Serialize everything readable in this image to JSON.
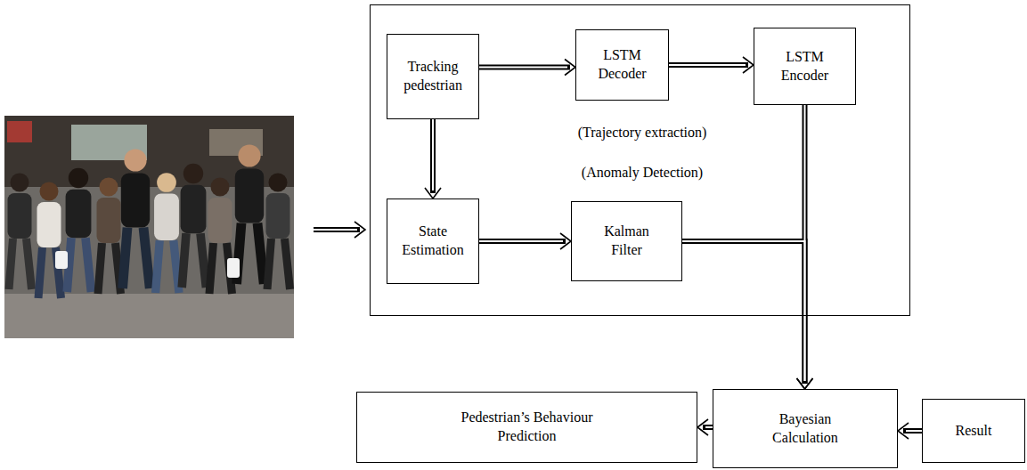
{
  "diagram": {
    "nodes": [
      {
        "text": [
          "(Trajectory extraction)",
          "(Anomaly Detection)"
        ]
      },
      {
        "text": [
          "Tracking pedestrian"
        ],
        "in": 0
      },
      {
        "text": [
          "LSTM Decoder"
        ],
        "in": 0
      },
      {
        "text": [
          "LSTM Encoder"
        ],
        "in": 0
      },
      {
        "text": [
          "State Estimation"
        ],
        "in": 0
      },
      {
        "text": [
          "Kalman Filter"
        ],
        "in": 0
      },
      {
        "text": [
          "Pedestrian’s Behaviour Prediction"
        ]
      },
      {
        "text": [
          "Bayesian Calculation"
        ]
      },
      {
        "text": [
          "Result"
        ]
      }
    ],
    "edges": [
      {
        "from": 1,
        "to": 2,
        "arrow": "to"
      },
      {
        "from": 2,
        "to": 3,
        "arrow": "to"
      },
      {
        "from": 1,
        "to": 4,
        "arrow": "to"
      },
      {
        "from": 4,
        "to": 5,
        "arrow": "to"
      },
      {
        "from": 5,
        "to": 7,
        "arrow": "to"
      },
      {
        "from": 3,
        "to": 7,
        "arrow": "to"
      },
      {
        "from": 8,
        "to": 7,
        "arrow": "to"
      },
      {
        "from": 7,
        "to": 6,
        "arrow": "to"
      }
    ]
  }
}
